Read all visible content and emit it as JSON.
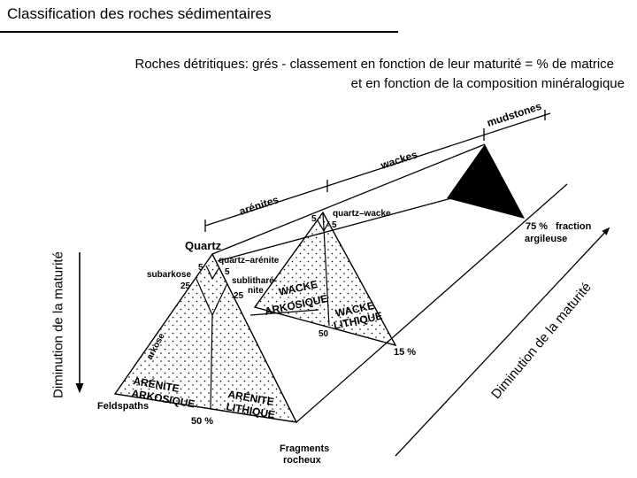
{
  "slide": {
    "title": "Classification des roches sédimentaires",
    "subtitle_line1": "Roches détritiques: grés - classement en fonction de leur maturité = % de matrice",
    "subtitle_line2": "et en fonction de la composition minéralogique",
    "left_axis_label": "Diminution de la maturité",
    "right_axis_label": "Diminution de la maturité"
  },
  "diagram": {
    "group_labels": {
      "arenites": "arénites",
      "wackes": "wackes",
      "mudstones": "mudstones"
    },
    "vertex_labels": {
      "quartz": "Quartz",
      "feldspaths": "Feldspaths",
      "fragments_l1": "Fragments",
      "fragments_l2": "rocheux"
    },
    "field_labels": {
      "subarkose": "subarkose",
      "quartz_arenite": "quartz–arénite",
      "sublitharenite_l1": "sublitharé-",
      "sublitharenite_l2": "nite",
      "arkose": "arkose",
      "arenite_arkosique_l1": "ARÉNITE",
      "arenite_arkosique_l2": "ARKOSIQUE",
      "arenite_lithique_l1": "ARÉNITE",
      "arenite_lithique_l2": "LITHIQUE",
      "quartz_wacke": "quartz–wacke",
      "wacke_arkosique_l1": "WACKE",
      "wacke_arkosique_l2": "ARKOSIQUE",
      "wacke_lithique_l1": "WACKE",
      "wacke_lithique_l2": "LITHIQUE"
    },
    "percent_labels": {
      "a5_left": "5",
      "a5_right": "5",
      "a25_left": "25",
      "a25_right": "25",
      "a50": "50 %",
      "w5_left": "5",
      "w5_right": "5",
      "w50": "50",
      "p15": "15 %",
      "p75": "75 %"
    },
    "fraction_labels": {
      "line1": "fraction",
      "line2": "argileuse"
    }
  }
}
